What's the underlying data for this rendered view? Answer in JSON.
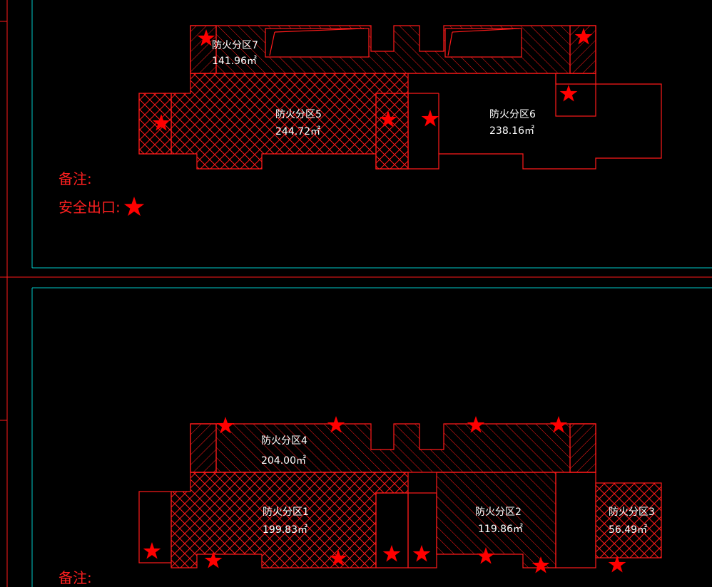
{
  "plan_top": {
    "zones": [
      {
        "name": "防火分区7",
        "area": "141.96㎡"
      },
      {
        "name": "防火分区5",
        "area": "244.72㎡"
      },
      {
        "name": "防火分区6",
        "area": "238.16㎡"
      }
    ],
    "notes": {
      "remark": "备注:",
      "exit_legend": "安全出口:"
    }
  },
  "plan_bottom": {
    "zones": [
      {
        "name": "防火分区4",
        "area": "204.00㎡"
      },
      {
        "name": "防火分区1",
        "area": "199.83㎡"
      },
      {
        "name": "防火分区2",
        "area": "119.86㎡"
      },
      {
        "name": "防火分区3",
        "area": "56.49㎡"
      }
    ],
    "notes": {
      "remark": "备注:"
    }
  },
  "colors": {
    "background": "#000000",
    "linework": "#ff1a1a",
    "frame": "#00c8c8",
    "text": "#ffffff",
    "exit_star": "#ff0000"
  },
  "icons": {
    "exit": "star-icon"
  }
}
